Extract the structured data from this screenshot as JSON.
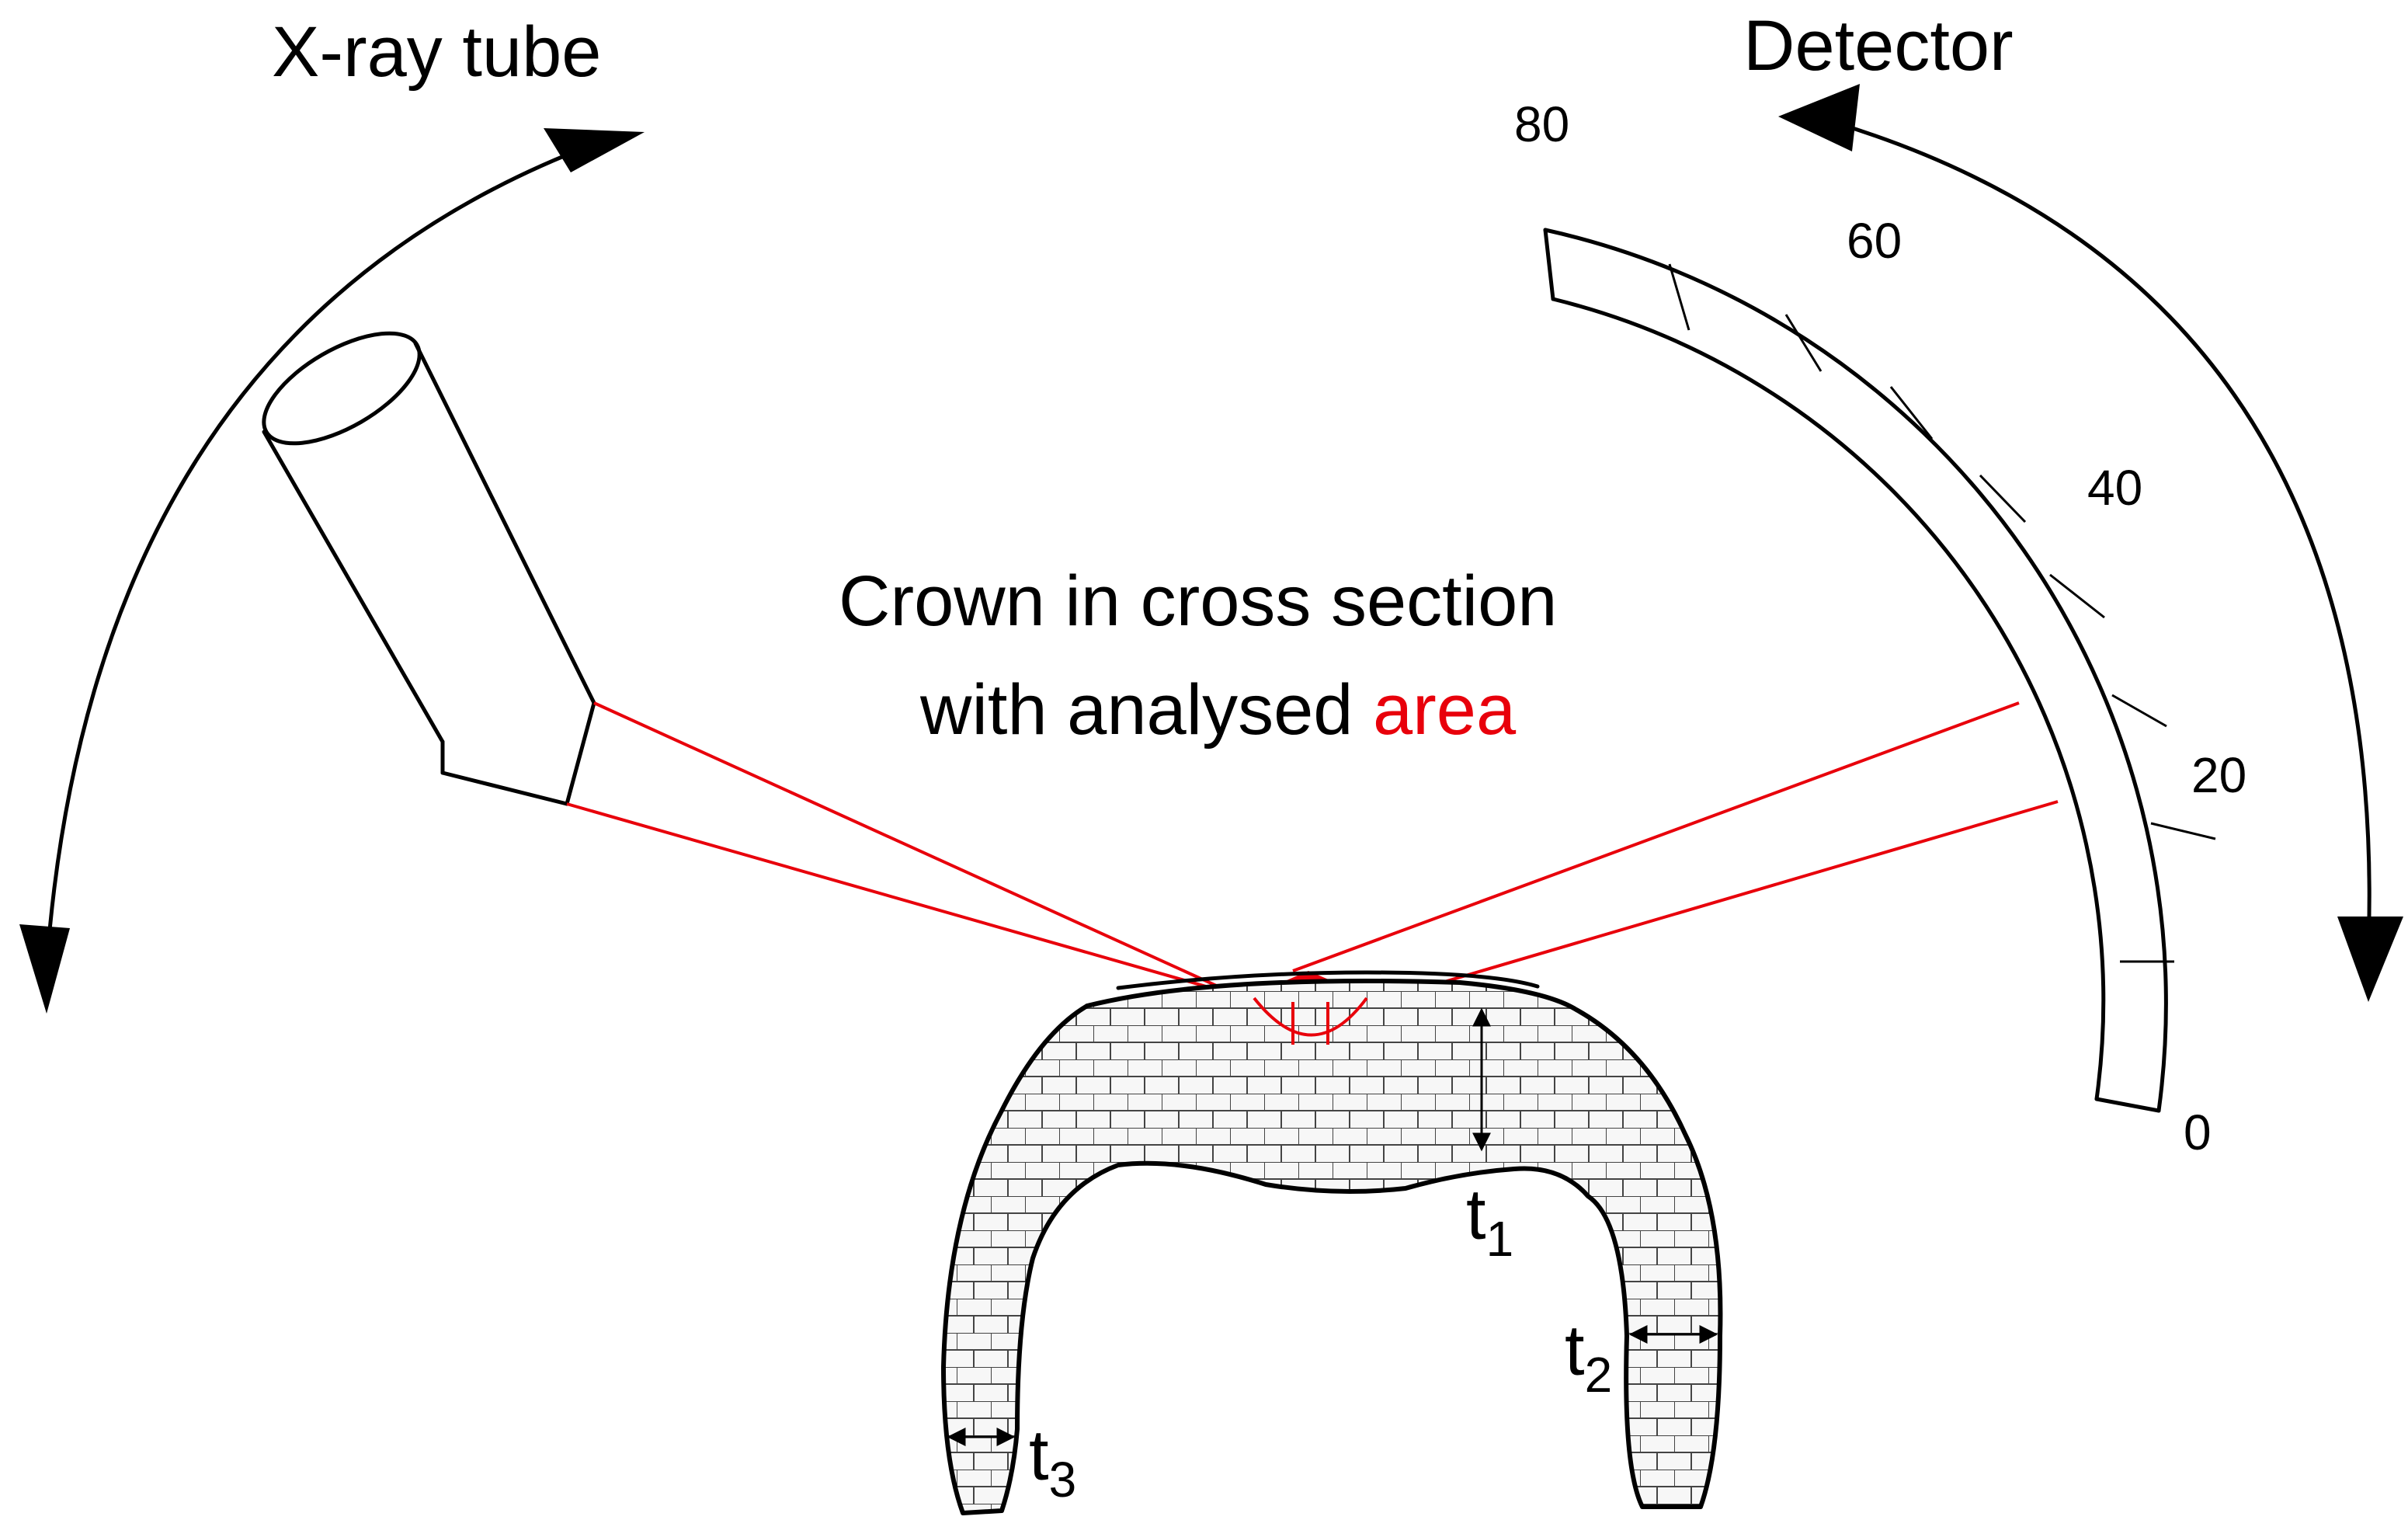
{
  "labels": {
    "xray_tube": "X-ray tube",
    "detector": "Detector",
    "crown_line1": "Crown in cross section",
    "crown_line2_prefix": "with analysed ",
    "crown_line2_highlight": "area"
  },
  "detector_scale": {
    "ticks": [
      "80",
      "60",
      "40",
      "20",
      "0"
    ]
  },
  "thickness_labels": [
    {
      "base": "t",
      "sub": "1"
    },
    {
      "base": "t",
      "sub": "2"
    },
    {
      "base": "t",
      "sub": "3"
    }
  ],
  "colors": {
    "beam": "#e8000b",
    "line": "#000000",
    "background": "#ffffff"
  }
}
